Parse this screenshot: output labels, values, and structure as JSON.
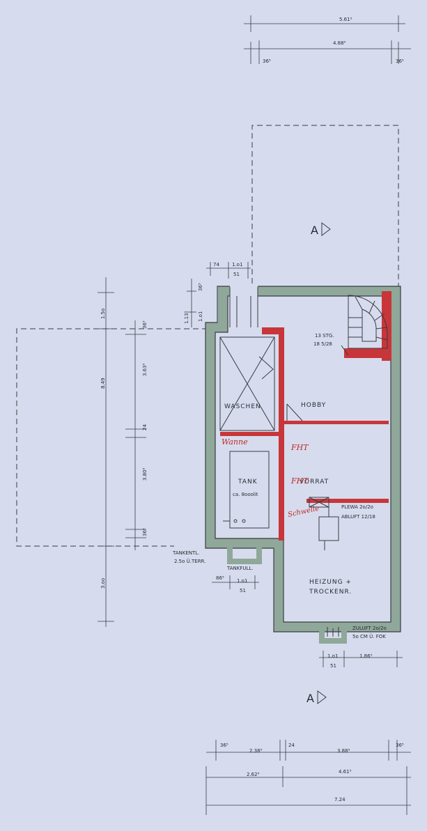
{
  "rooms": {
    "waschen": "WASCHEN",
    "hobby": "HOBBY",
    "tank": "TANK",
    "tank_capacity": "ca. 8ooolit",
    "vorrat": "VORRAT",
    "heizung_1": "HEIZUNG +",
    "heizung_2": "TROCKENR.",
    "stairs_1": "13 STG.",
    "stairs_2": "18 5/28"
  },
  "notes": {
    "plewa": "PLEWA 2o/2o",
    "abluft": "ABLUFT 12/18",
    "zuluft_1": "ZULUFT 2o/2o",
    "zuluft_2": "5o CM Ü. FOK",
    "tankentl_1": "TANKENTL.",
    "tankentl_2": "2.5o Ü.TERR.",
    "tankfull": "TANKFULL."
  },
  "annotations": {
    "wanne": "Wanne",
    "fht_1": "FHT",
    "fht_2": "FHT",
    "schwelle": "Schwelle"
  },
  "section_marks": {
    "top": "A",
    "bottom": "A"
  },
  "dimensions": {
    "top_total": "5.61⁵",
    "top_inner": "4.88⁵",
    "top_left": "36⁵",
    "top_right": "36⁵",
    "entry_74": "74",
    "entry_101": "1.o1",
    "entry_51": "51",
    "entry_v1": "1.13⁵",
    "entry_v2": "1.o1",
    "entry_v3": "36⁵",
    "left_150": "1.5o",
    "left_849": "8.49",
    "left_300": "3.oo",
    "left_365a": "36⁵",
    "left_363": "3.63⁵",
    "left_24": "24",
    "left_380": "3.80⁵",
    "left_365b": "36⁵",
    "tank_86": "86⁵",
    "tank_101": "1.o1",
    "tank_51": "51",
    "btm_101": "1.o1",
    "btm_186": "1.86⁵",
    "btm_51": "51",
    "b_365l": "36⁵",
    "b_238": "2.38⁵",
    "b_24": "24",
    "b_388": "3.88⁵",
    "b_365r": "36⁵",
    "b_262": "2.62⁵",
    "b_461": "4.61⁵",
    "b_724": "7.24"
  },
  "colors": {
    "paper": "#d6dced",
    "wall_fill": "#8fa89a",
    "wall_line": "#3a3a44",
    "red_wall": "#c8363a",
    "red_ink": "#c0282a"
  }
}
